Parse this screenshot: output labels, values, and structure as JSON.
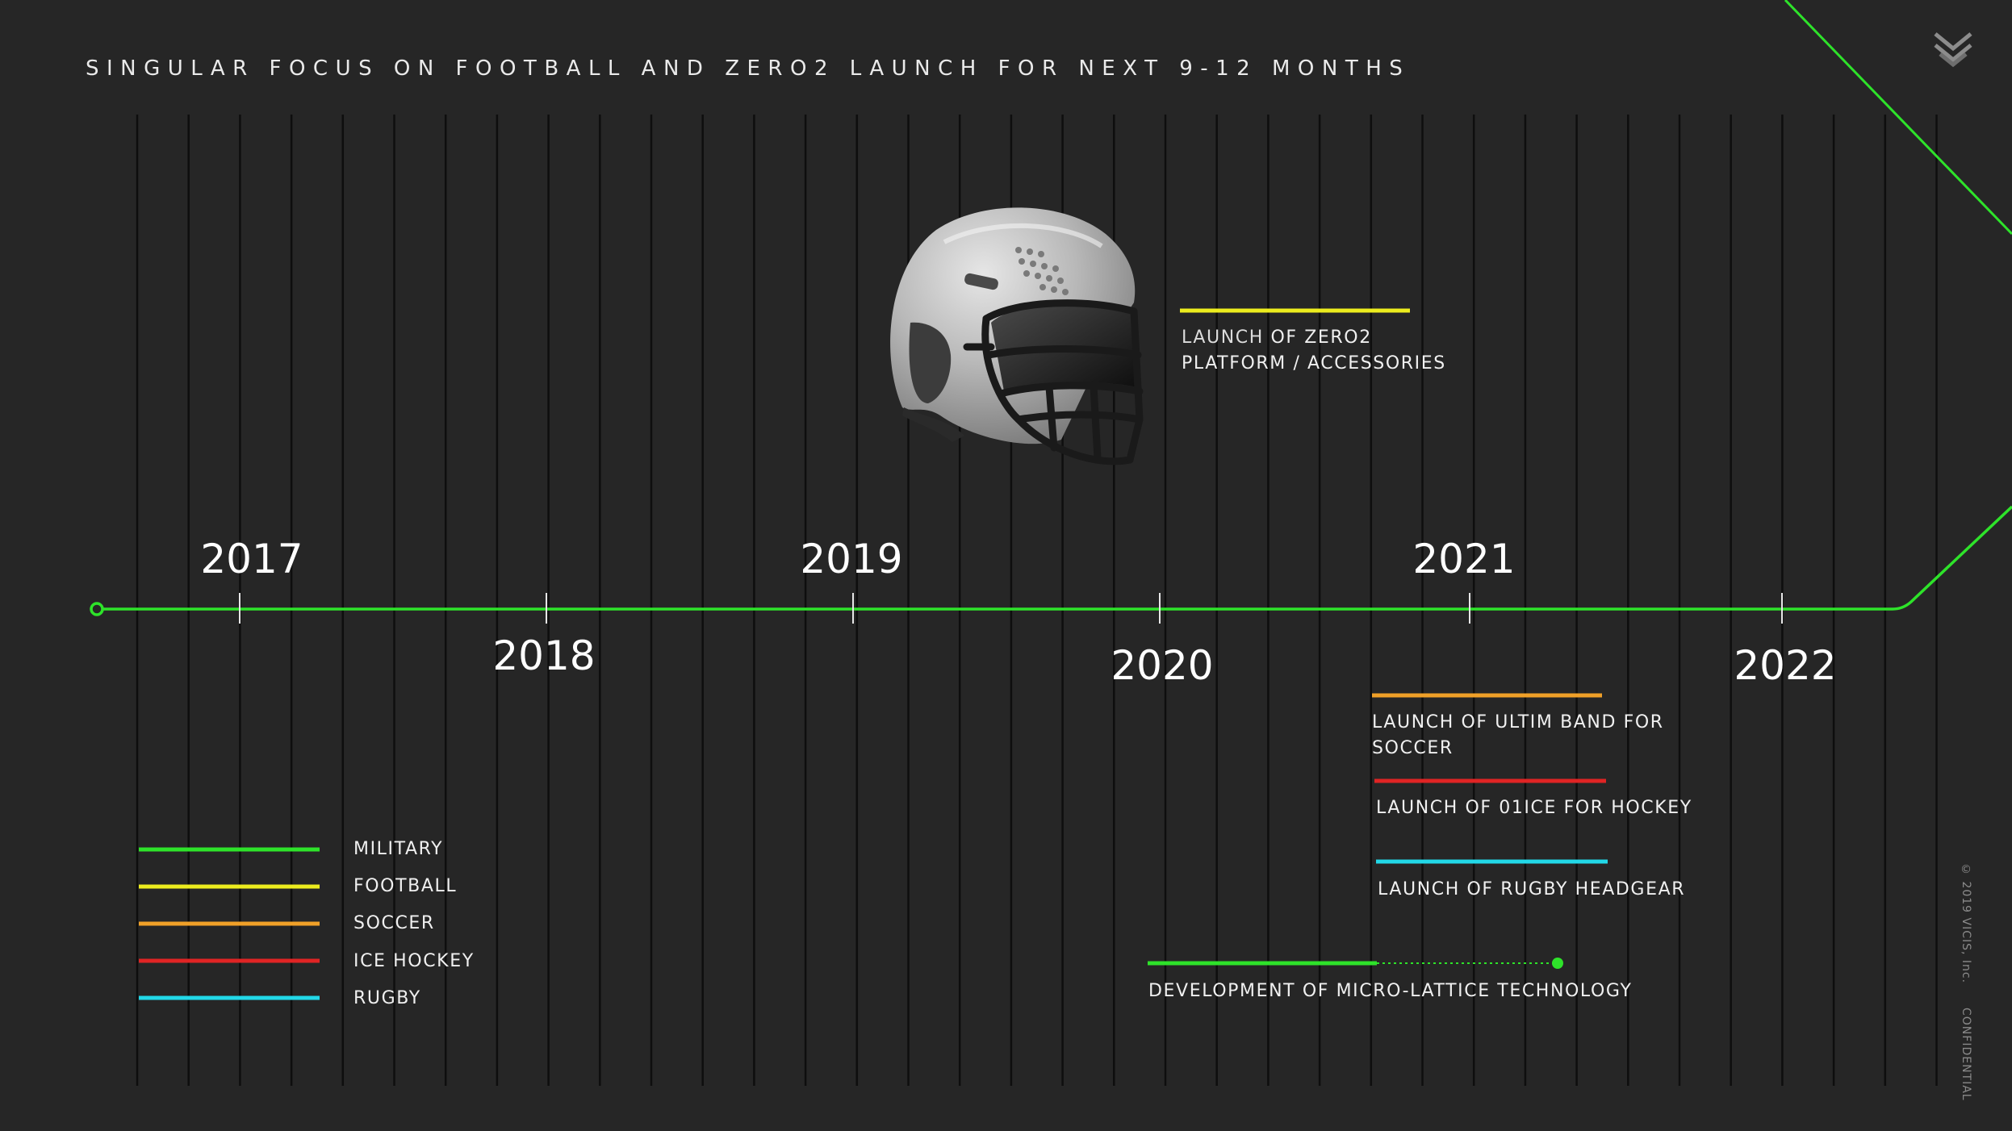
{
  "title": "SINGULAR FOCUS ON FOOTBALL AND ZERO2 LAUNCH FOR NEXT 9-12 MONTHS",
  "colors": {
    "background": "#262626",
    "grid": "#0e0e0e",
    "military": "#2ee32a",
    "football": "#ecec1e",
    "soccer": "#f0a028",
    "ice_hockey": "#e02424",
    "rugby": "#22d8e8"
  },
  "timeline": {
    "years": [
      {
        "label": "2017",
        "position": "above"
      },
      {
        "label": "2018",
        "position": "below"
      },
      {
        "label": "2019",
        "position": "above"
      },
      {
        "label": "2020",
        "position": "below"
      },
      {
        "label": "2021",
        "position": "above"
      },
      {
        "label": "2022",
        "position": "below"
      }
    ]
  },
  "events": {
    "zero2_launch": {
      "line1_thin": "LAUNCH",
      "line1_rest": " OF ZERO2",
      "line2": "PLATFORM / ACCESSORIES",
      "category": "football"
    },
    "ultim_band": {
      "line1": "LAUNCH OF ULTIM BAND FOR",
      "line2": "SOCCER",
      "category": "soccer"
    },
    "o1ice": {
      "text": "LAUNCH OF 01ICE FOR HOCKEY",
      "category": "ice_hockey"
    },
    "rugby_headgear": {
      "text": "LAUNCH OF RUGBY HEADGEAR",
      "category": "rugby"
    },
    "micro_lattice": {
      "text": "DEVELOPMENT OF MICRO-LATTICE TECHNOLOGY",
      "category": "military"
    }
  },
  "legend": [
    {
      "label": "MILITARY",
      "color": "#2ee32a"
    },
    {
      "label": "FOOTBALL",
      "color": "#ecec1e"
    },
    {
      "label": "SOCCER",
      "color": "#f0a028"
    },
    {
      "label": "ICE HOCKEY",
      "color": "#e02424"
    },
    {
      "label": "RUGBY",
      "color": "#22d8e8"
    }
  ],
  "images": {
    "helmet": "football-helmet-icon",
    "logo": "vicis-chevron-logo"
  },
  "footer": {
    "copyright": "© 2019 VICIS, Inc.",
    "confidential": "CONFIDENTIAL"
  }
}
